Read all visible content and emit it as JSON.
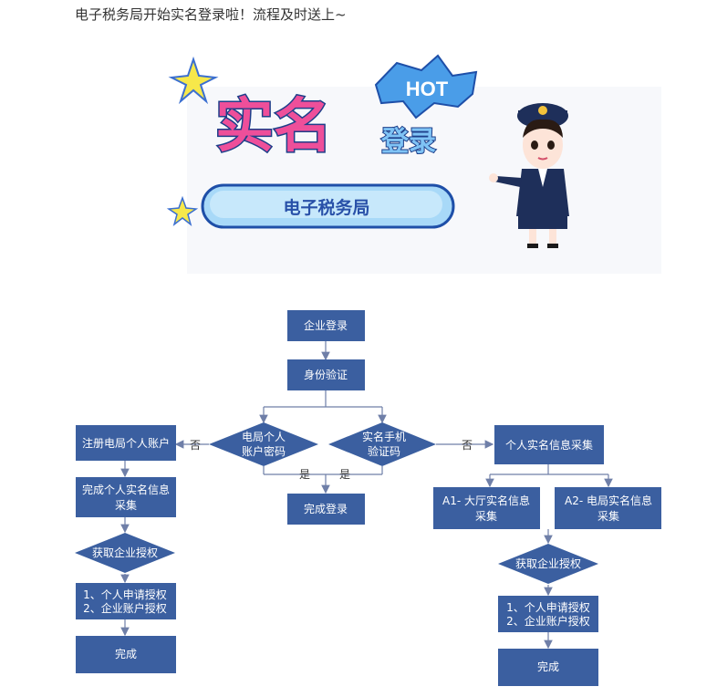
{
  "headline": "电子税务局开始实名登录啦！流程及时送上~",
  "banner": {
    "hot": "HOT",
    "title": "实名",
    "subtitle": "登录",
    "pill": "电子税务局"
  },
  "flow": {
    "node_fill": "#3b5fa0",
    "line_color": "#6f7fa8",
    "corp_login": "企业登录",
    "identity_verify": "身份验证",
    "bureau_account_line1": "电局个人",
    "bureau_account_line2": "账户密码",
    "sms_code_line1": "实名手机",
    "sms_code_line2": "验证码",
    "complete_login": "完成登录",
    "yes_left": "是",
    "yes_right": "是",
    "no_left": "否",
    "no_right": "否",
    "left_register": "注册电局个人账户",
    "left_realname_line1": "完成个人实名信息",
    "left_realname_line2": "采集",
    "left_get_auth": "获取企业授权",
    "left_auth_line1": "1、个人申请授权",
    "left_auth_line2": "2、企业账户授权",
    "left_done": "完成",
    "right_collect": "个人实名信息采集",
    "right_a1_line1": "A1- 大厅实名信息",
    "right_a1_line2": "采集",
    "right_a2_line1": "A2- 电局实名信息",
    "right_a2_line2": "采集",
    "right_get_auth": "获取企业授权",
    "right_auth_line1": "1、个人申请授权",
    "right_auth_line2": "2、企业账户授权",
    "right_done": "完成"
  }
}
